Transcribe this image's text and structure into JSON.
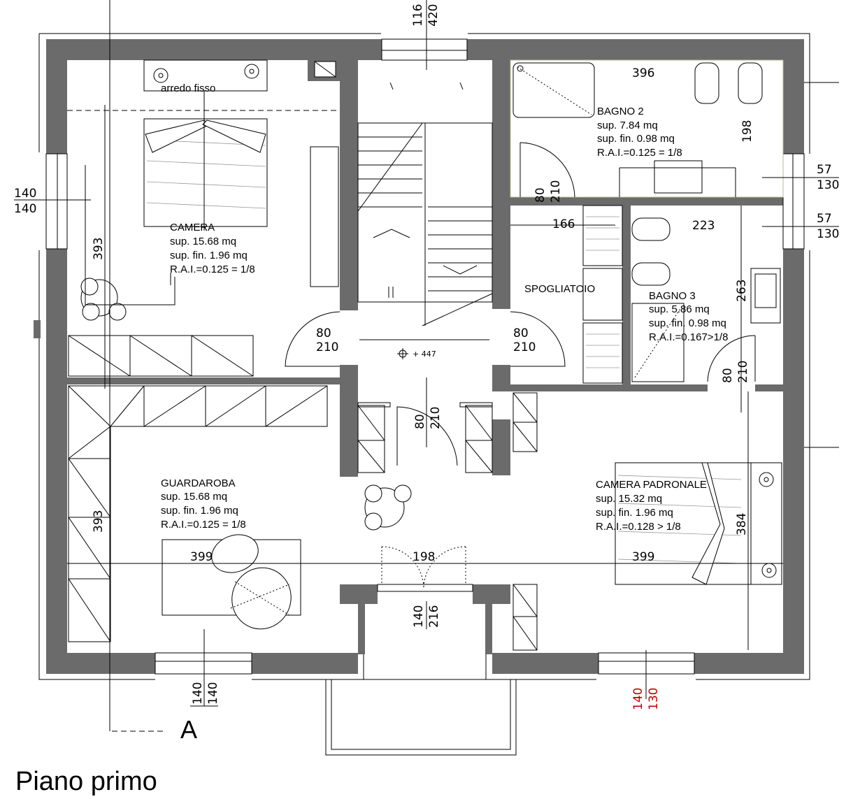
{
  "title": "Piano primo",
  "section_marker": "A",
  "rooms": {
    "camera": {
      "name": "CAMERA",
      "sup": "sup. 15.68 mq",
      "sup_fin": "sup. fin. 1.96 mq",
      "rai": "R.A.I.=0.125 = 1/8",
      "note": "arredo fisso",
      "dim_v": "393"
    },
    "bagno2": {
      "name": "BAGNO 2",
      "sup": "sup. 7.84 mq",
      "sup_fin": "sup. fin. 0.98 mq",
      "rai": "R.A.I.=0.125 = 1/8",
      "dim_h": "396",
      "dim_v": "198"
    },
    "spogliatoio": {
      "name": "SPOGLIATOIO",
      "dim_h": "166"
    },
    "bagno3": {
      "name": "BAGNO 3",
      "sup": "sup. 5.86 mq",
      "sup_fin": "sup. fin. 0.98 mq",
      "rai": "R.A.I.=0.167>1/8",
      "dim_h": "223",
      "dim_v": "263"
    },
    "guardaroba": {
      "name": "GUARDAROBA",
      "sup": "sup. 15.68 mq",
      "sup_fin": "sup. fin. 1.96 mq",
      "rai": "R.A.I.=0.125 = 1/8",
      "dim_h": "399",
      "dim_v": "393"
    },
    "camera_padronale": {
      "name": "CAMERA PADRONALE",
      "sup": "sup. 15.32 mq",
      "sup_fin": "sup. fin. 1.96 mq",
      "rai": "R.A.I.=0.128 > 1/8",
      "dim_h": "399",
      "dim_v": "384"
    },
    "corridoio": {
      "dim_h": "198",
      "elevation": "+ 447"
    }
  },
  "openings": {
    "top_window": [
      "116",
      "420"
    ],
    "left_window": [
      "140",
      "140"
    ],
    "right_window_1": [
      "57",
      "130"
    ],
    "right_window_2": [
      "57",
      "130"
    ],
    "bottom_left_window": [
      "140",
      "140"
    ],
    "bottom_center_door": [
      "140",
      "216"
    ],
    "bottom_right_window": [
      "140",
      "130"
    ],
    "door_camera": [
      "80",
      "210"
    ],
    "door_bagno2": [
      "80",
      "210"
    ],
    "door_spogliatoio": [
      "80",
      "210"
    ],
    "door_bagno3": [
      "80",
      "210"
    ],
    "door_guardaroba": [
      "80",
      "210"
    ]
  },
  "colors": {
    "wall": "#6b6b6b",
    "red_dim": "#c00000"
  }
}
